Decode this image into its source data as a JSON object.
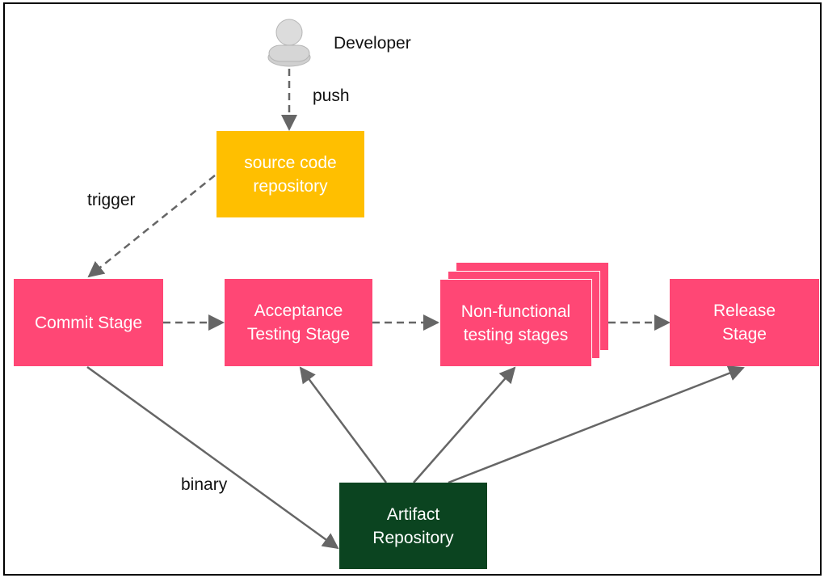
{
  "actor": {
    "label": "Developer",
    "icon": "user-icon"
  },
  "nodes": {
    "source_repo": "source code\nrepository",
    "commit": "Commit Stage",
    "acceptance": "Acceptance\nTesting Stage",
    "nonfunctional": "Non-functional\ntesting stages",
    "release": "Release\nStage",
    "artifact": "Artifact\nRepository"
  },
  "edge_labels": {
    "push": "push",
    "trigger": "trigger",
    "binary": "binary"
  },
  "colors": {
    "stage": "#ff4775",
    "source_repo": "#ffbf00",
    "artifact": "#0b4420",
    "dashed_edge": "#666666",
    "solid_edge": "#666666"
  }
}
